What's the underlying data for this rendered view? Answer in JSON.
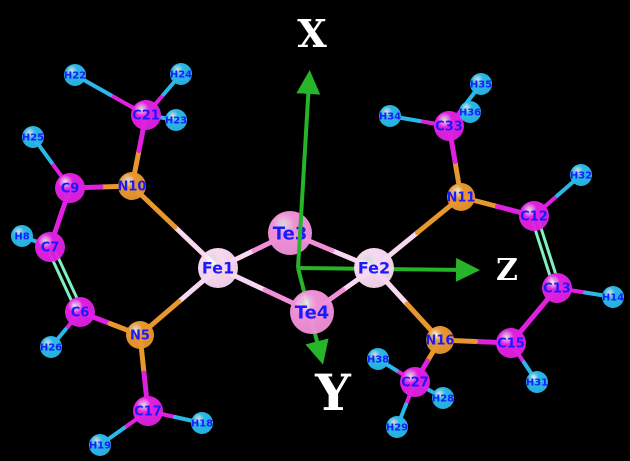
{
  "colors": {
    "background": "#000000",
    "carbon": "#e020e0",
    "hydrogen": "#2ab8e8",
    "nitrogen": "#e8962e",
    "iron": "#f8d8f0",
    "tellurium": "#f090d8",
    "axis": "#28b428",
    "label": "#1a1aff",
    "axis_label": "#ffffff"
  },
  "axes": {
    "x_label": "X",
    "y_label": "Y",
    "z_label": "Z"
  },
  "atoms": [
    {
      "id": "Fe1",
      "label": "Fe1",
      "element": "Fe"
    },
    {
      "id": "Fe2",
      "label": "Fe2",
      "element": "Fe"
    },
    {
      "id": "Te3",
      "label": "Te3",
      "element": "Te"
    },
    {
      "id": "Te4",
      "label": "Te4",
      "element": "Te"
    },
    {
      "id": "N5",
      "label": "N5",
      "element": "N"
    },
    {
      "id": "C6",
      "label": "C6",
      "element": "C"
    },
    {
      "id": "C7",
      "label": "C7",
      "element": "C"
    },
    {
      "id": "H8",
      "label": "H8",
      "element": "H"
    },
    {
      "id": "C9",
      "label": "C9",
      "element": "C"
    },
    {
      "id": "N10",
      "label": "N10",
      "element": "N"
    },
    {
      "id": "N11",
      "label": "N11",
      "element": "N"
    },
    {
      "id": "C12",
      "label": "C12",
      "element": "C"
    },
    {
      "id": "C13",
      "label": "C13",
      "element": "C"
    },
    {
      "id": "H14",
      "label": "H14",
      "element": "H"
    },
    {
      "id": "C15",
      "label": "C15",
      "element": "C"
    },
    {
      "id": "N16",
      "label": "N16",
      "element": "N"
    },
    {
      "id": "C17",
      "label": "C17",
      "element": "C"
    },
    {
      "id": "H18",
      "label": "H18",
      "element": "H"
    },
    {
      "id": "H19",
      "label": "H19",
      "element": "H"
    },
    {
      "id": "C21",
      "label": "C21",
      "element": "C"
    },
    {
      "id": "H22",
      "label": "H22",
      "element": "H"
    },
    {
      "id": "H23",
      "label": "H23",
      "element": "H"
    },
    {
      "id": "H24",
      "label": "H24",
      "element": "H"
    },
    {
      "id": "H25",
      "label": "H25",
      "element": "H"
    },
    {
      "id": "H26",
      "label": "H26",
      "element": "H"
    },
    {
      "id": "C27",
      "label": "C27",
      "element": "C"
    },
    {
      "id": "H28",
      "label": "H28",
      "element": "H"
    },
    {
      "id": "H29",
      "label": "H29",
      "element": "H"
    },
    {
      "id": "H31",
      "label": "H31",
      "element": "H"
    },
    {
      "id": "H32",
      "label": "H32",
      "element": "H"
    },
    {
      "id": "C33",
      "label": "C33",
      "element": "C"
    },
    {
      "id": "H34",
      "label": "H34",
      "element": "H"
    },
    {
      "id": "H35",
      "label": "H35",
      "element": "H"
    },
    {
      "id": "H36",
      "label": "H36",
      "element": "H"
    },
    {
      "id": "H38",
      "label": "H38",
      "element": "H"
    }
  ],
  "bonds": [
    [
      "Fe1",
      "Te3"
    ],
    [
      "Fe1",
      "Te4"
    ],
    [
      "Fe2",
      "Te3"
    ],
    [
      "Fe2",
      "Te4"
    ],
    [
      "Fe1",
      "N10"
    ],
    [
      "Fe1",
      "N5"
    ],
    [
      "Fe2",
      "N11"
    ],
    [
      "Fe2",
      "N16"
    ],
    [
      "N10",
      "C9"
    ],
    [
      "N10",
      "C21"
    ],
    [
      "C9",
      "C7"
    ],
    [
      "C9",
      "H25"
    ],
    [
      "C7",
      "H8"
    ],
    [
      "C6",
      "N5"
    ],
    [
      "C6",
      "H26"
    ],
    [
      "N5",
      "C17"
    ],
    [
      "C17",
      "H18"
    ],
    [
      "C17",
      "H19"
    ],
    [
      "C21",
      "H22"
    ],
    [
      "C21",
      "H23"
    ],
    [
      "C21",
      "H24"
    ],
    [
      "N11",
      "C12"
    ],
    [
      "N11",
      "C33"
    ],
    [
      "C12",
      "H32"
    ],
    [
      "C13",
      "H14"
    ],
    [
      "C13",
      "C15"
    ],
    [
      "C15",
      "N16"
    ],
    [
      "C15",
      "H31"
    ],
    [
      "N16",
      "C27"
    ],
    [
      "C27",
      "H28"
    ],
    [
      "C27",
      "H29"
    ],
    [
      "C27",
      "H38"
    ],
    [
      "C33",
      "H34"
    ],
    [
      "C33",
      "H35"
    ],
    [
      "C33",
      "H36"
    ]
  ],
  "double_bonds": [
    [
      "C7",
      "C6"
    ],
    [
      "C12",
      "C13"
    ]
  ]
}
